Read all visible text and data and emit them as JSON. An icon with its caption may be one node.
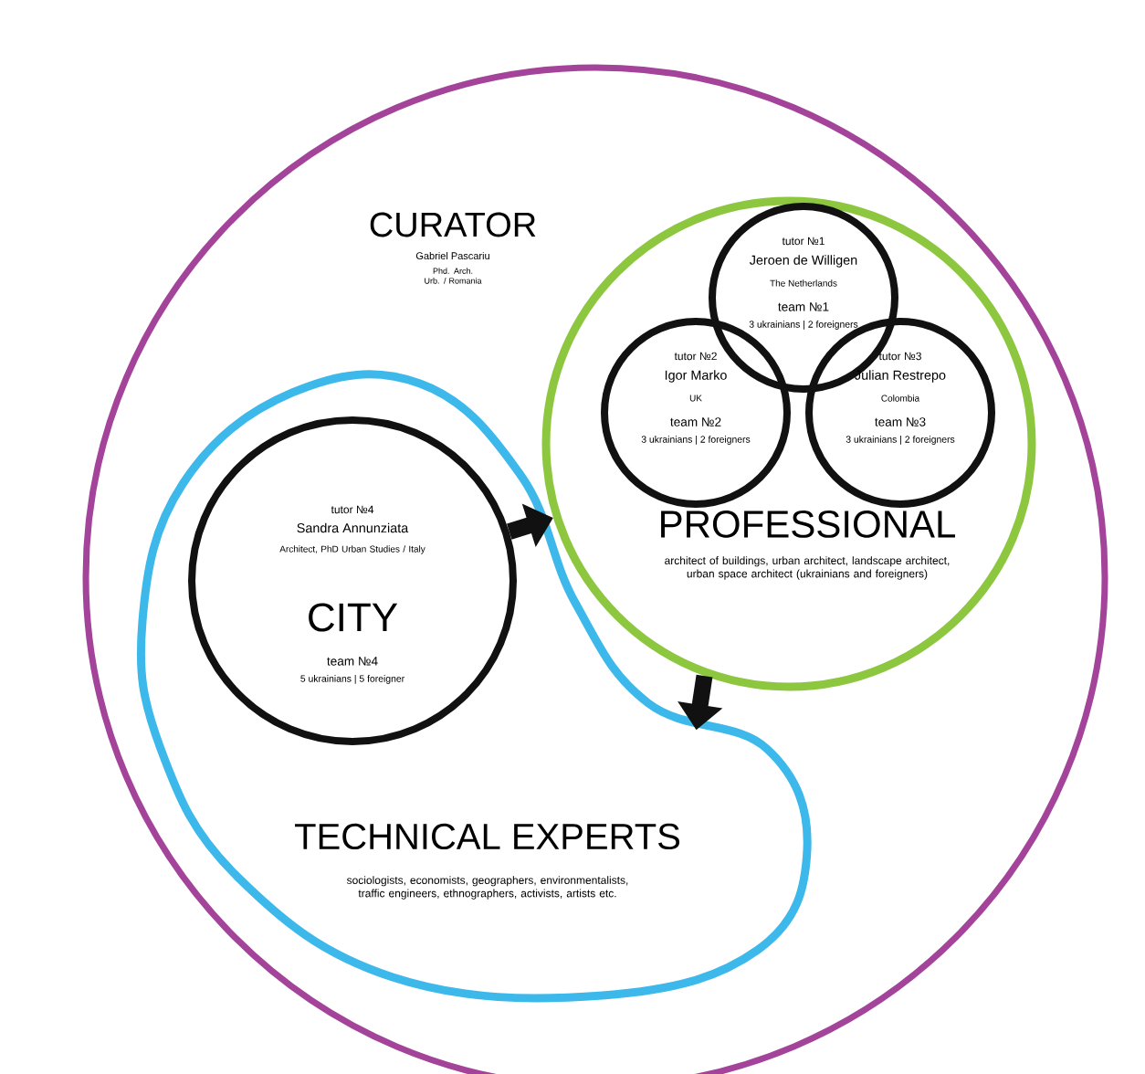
{
  "diagram": {
    "nodes": [
      {
        "text": [
          "CURATOR",
          "Gabriel Pascariu",
          "Phd. Arch. Urb. / Romania"
        ]
      },
      {
        "text": [
          "PROFESSIONAL",
          "architect of buildings, urban architect, landscape architect, urban space architect (ukrainians and foreigners)"
        ],
        "in": 0
      },
      {
        "text": [
          "tutor №1",
          "Jeroen de Willigen",
          "The Netherlands",
          "team №1",
          "3 ukrainians  |  2 foreigners"
        ],
        "in": 1
      },
      {
        "text": [
          "tutor №2",
          "Igor Marko",
          "UK",
          "team №2",
          "3 ukrainians  |  2 foreigners"
        ],
        "in": 1
      },
      {
        "text": [
          "tutor №3",
          "Julian Restrepo",
          "Colombia",
          "team №3",
          "3 ukrainians  |  2 foreigners"
        ],
        "in": 1
      },
      {
        "text": [
          "TECHNICAL EXPERTS",
          "sociologists, economists, geographers, environmentalists, traffic engineers, ethnographers, activists, artists etc."
        ],
        "in": 0
      },
      {
        "text": [
          "tutor №4",
          "Sandra Annunziata",
          "Architect, PhD Urban Studies / Italy",
          "CITY",
          "team №4",
          "5 ukrainians  |  5 foreigner"
        ],
        "in": 5
      }
    ],
    "edges": [
      {
        "from": 6,
        "to": 1,
        "arrow": "to"
      },
      {
        "from": 1,
        "to": 5,
        "arrow": "to"
      }
    ]
  }
}
